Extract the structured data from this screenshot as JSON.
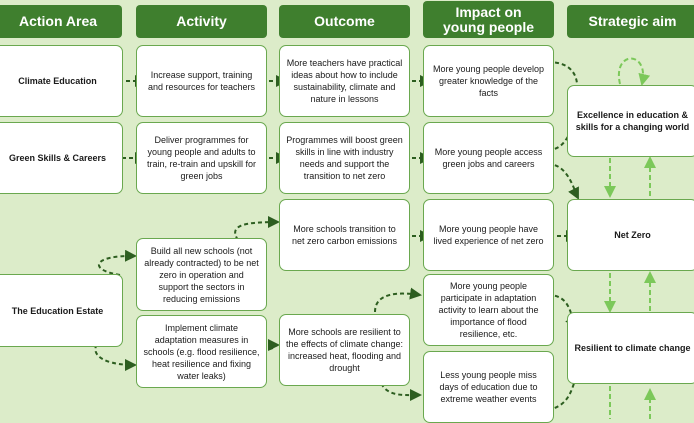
{
  "headers": {
    "action_area": "Action Area",
    "activity": "Activity",
    "outcome": "Outcome",
    "impact": "Impact on young people",
    "aim": "Strategic aim"
  },
  "action_areas": {
    "climate_education": "Climate Education",
    "green_skills": "Green Skills & Careers",
    "education_estate": "The Education Estate"
  },
  "activities": {
    "a1": "Increase support, training and resources for teachers",
    "a2": "Deliver programmes for young people and adults to train, re-train and upskill for green jobs",
    "a3": "Build all new schools (not already contracted) to be net zero in operation and support the sectors in reducing emissions",
    "a4": "Implement climate adaptation measures in schools (e.g. flood resilience, heat resilience and fixing water leaks)"
  },
  "outcomes": {
    "o1": "More teachers have practical ideas about how to include sustainability, climate and nature in lessons",
    "o2": "Programmes will boost green skills in line with industry needs and support the transition to net zero",
    "o3": "More schools transition to net zero carbon emissions",
    "o4": "More schools are resilient to the effects of climate change: increased heat, flooding and drought"
  },
  "impacts": {
    "i1": "More young people develop greater knowledge of the facts",
    "i2": "More young people access green jobs and careers",
    "i3": "More young people have lived experience of net zero",
    "i4": "More young people participate in adaptation activity to learn about the importance of flood resilience, etc.",
    "i5": "Less young people miss days of education due to extreme weather events"
  },
  "aims": {
    "s1": "Excellence in education & skills for a changing world",
    "s2": "Net Zero",
    "s3": "Resilient to climate change"
  },
  "colors": {
    "header_bg": "#3f7f2e",
    "background": "#dcecc9",
    "box_border": "#6aa84f",
    "arrow_dark": "#2d5e20",
    "arrow_light": "#7cc85a"
  }
}
